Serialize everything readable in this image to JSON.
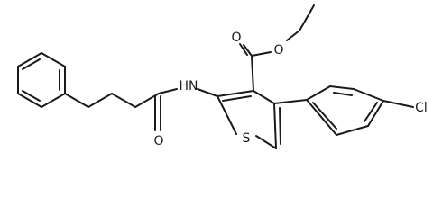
{
  "molecule": {
    "atoms": {
      "o_carbonyl_ester": "O",
      "o_ether_ester": "O",
      "n_amide": "HN",
      "o_carbonyl_amide": "O",
      "s_thiophene": "S",
      "cl_substituent": "Cl"
    }
  }
}
